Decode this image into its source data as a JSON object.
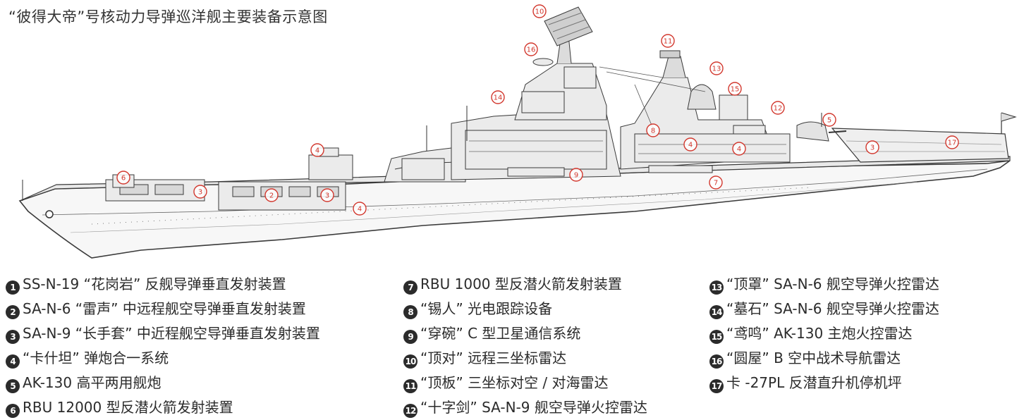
{
  "title": "“彼得大帝”号核动力导弹巡洋舰主要装备示意图",
  "legend": [
    {
      "num": "1",
      "text": "SS-N-19 “花岗岩” 反舰导弹垂直发射装置"
    },
    {
      "num": "2",
      "text": "SA-N-6 “雷声” 中远程舰空导弹垂直发射装置"
    },
    {
      "num": "3",
      "text": "SA-N-9 “长手套” 中近程舰空导弹垂直发射装置"
    },
    {
      "num": "4",
      "text": "“卡什坦” 弹炮合一系统"
    },
    {
      "num": "5",
      "text": "AK-130 高平两用舰炮"
    },
    {
      "num": "6",
      "text": "RBU 12000 型反潜火箭发射装置"
    },
    {
      "num": "7",
      "text": "RBU 1000 型反潜火箭发射装置"
    },
    {
      "num": "8",
      "text": "“锡人” 光电跟踪设备"
    },
    {
      "num": "9",
      "text": "“穿碗” C 型卫星通信系统"
    },
    {
      "num": "10",
      "text": "“顶对” 远程三坐标雷达"
    },
    {
      "num": "11",
      "text": "“顶板” 三坐标对空 / 对海雷达"
    },
    {
      "num": "12",
      "text": "“十字剑” SA-N-9 舰空导弹火控雷达"
    },
    {
      "num": "13",
      "text": "“顶罩” SA-N-6 舰空导弹火控雷达"
    },
    {
      "num": "14",
      "text": "“墓石” SA-N-6 舰空导弹火控雷达"
    },
    {
      "num": "15",
      "text": "“鸢鸣” AK-130 主炮火控雷达"
    },
    {
      "num": "16",
      "text": "“圆屋” B 空中战术导航雷达"
    },
    {
      "num": "17",
      "text": "卡 -27PL 反潜直升机停机坪"
    }
  ],
  "callouts": [
    "10",
    "16",
    "11",
    "13",
    "14",
    "15",
    "12",
    "5",
    "8",
    "4",
    "4",
    "4",
    "9",
    "7",
    "6",
    "3",
    "2",
    "3",
    "4",
    "3",
    "17"
  ],
  "colors": {
    "callout": "#d2382e",
    "ink": "#2b2b2b",
    "hull": "#f7f7f7"
  }
}
